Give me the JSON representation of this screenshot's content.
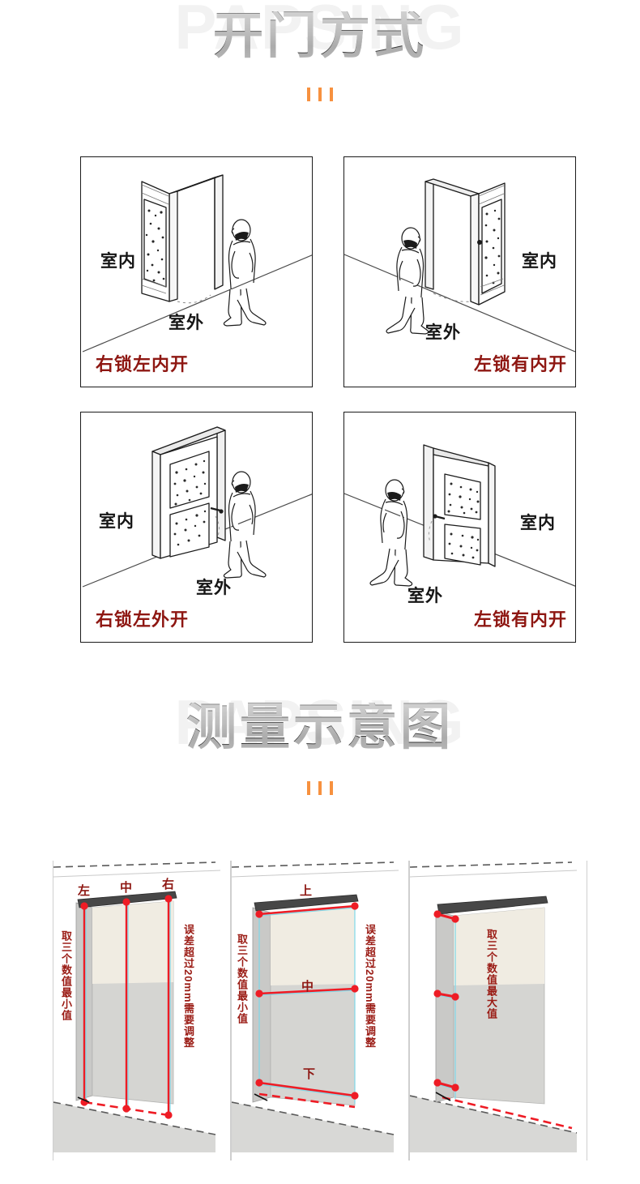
{
  "page": {
    "background_color": "#ffffff",
    "accent_orange": "#f7913f",
    "label_red": "#8e1712",
    "measure_red": "#ee1c25",
    "text_dark": "#161616"
  },
  "sections": [
    {
      "id": "open-direction",
      "watermark": "PAPSING",
      "title": "开门方式",
      "divider_ticks": 3
    },
    {
      "id": "measure-diagram",
      "watermark": "PAPSING",
      "title": "测量示意图",
      "divider_ticks": 3
    }
  ],
  "door_panels": [
    {
      "id": "panel-1",
      "indoor_label": "室内",
      "outdoor_label": "室外",
      "caption": "右锁左内开",
      "caption_align": "left"
    },
    {
      "id": "panel-2",
      "indoor_label": "室内",
      "outdoor_label": "室外",
      "caption": "左锁有内开",
      "caption_align": "right"
    },
    {
      "id": "panel-3",
      "indoor_label": "室内",
      "outdoor_label": "室外",
      "caption": "右锁左外开",
      "caption_align": "left"
    },
    {
      "id": "panel-4",
      "indoor_label": "室内",
      "outdoor_label": "室外",
      "caption": "左锁有内开",
      "caption_align": "right"
    }
  ],
  "measure_panels": [
    {
      "id": "measure-width",
      "point_labels": [
        "左",
        "中",
        "右"
      ],
      "left_note": "取三个数值最小值",
      "right_note_head": "误差超过",
      "right_note_value": "20mm",
      "right_note_tail": "需要调整",
      "orientation": "vertical-measure"
    },
    {
      "id": "measure-height",
      "point_labels": [
        "上",
        "中",
        "下"
      ],
      "left_note": "取三个数值最小值",
      "right_note_head": "误差超过",
      "right_note_value": "20mm",
      "right_note_tail": "需要调整",
      "orientation": "horizontal-measure"
    },
    {
      "id": "measure-depth",
      "point_labels": [],
      "center_note": "取三个数值最大值",
      "orientation": "depth-measure"
    }
  ]
}
